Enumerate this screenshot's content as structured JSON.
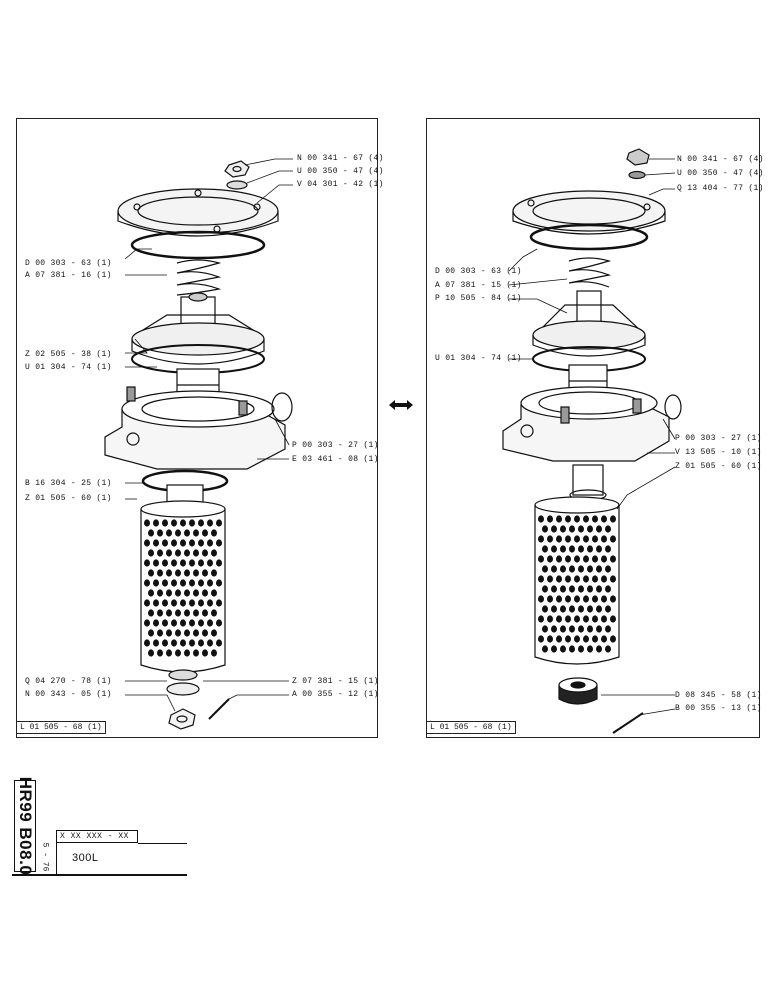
{
  "left_panel": {
    "labels": [
      "N 00 341 - 67 (4)",
      "U 00 350 - 47 (4)",
      "V 04 301 - 42 (1)",
      "D 00 303 - 63 (1)",
      "A 07 381 - 16 (1)",
      "Z 02 505 - 38 (1)",
      "U 01 304 - 74 (1)",
      "P 00 303 - 27 (1)",
      "E 03 461 - 08 (1)",
      "B 16 304 - 25 (1)",
      "Z 01 505 - 60 (1)",
      "Q 04 270 - 78 (1)",
      "N 00 343 - 05 (1)",
      "Z 07 381 - 15 (1)",
      "A 00 355 - 12 (1)"
    ],
    "code": "L 01 505 - 68 (1)"
  },
  "right_panel": {
    "labels": [
      "N 00 341 - 67 (4)",
      "U 00 350 - 47 (4)",
      "Q 13 404 - 77 (1)",
      "D 00 303 - 63 (1)",
      "A 07 381 - 15 (1)",
      "P 10 505 - 84 (1)",
      "U 01 304 - 74 (1)",
      "P 00 303 - 27 (1)",
      "V 13 505 - 10 (1)",
      "Z 01 505 - 60 (1)",
      "D 08 345 - 58 (1)",
      "B 00 355 - 13 (1)"
    ],
    "code": "L 01 505 - 68 (1)"
  },
  "title_block": {
    "sheet_id": "HR99 B08.0",
    "date": "5 - 76",
    "code_header": "X XX XXX - XX",
    "model": "300L"
  }
}
